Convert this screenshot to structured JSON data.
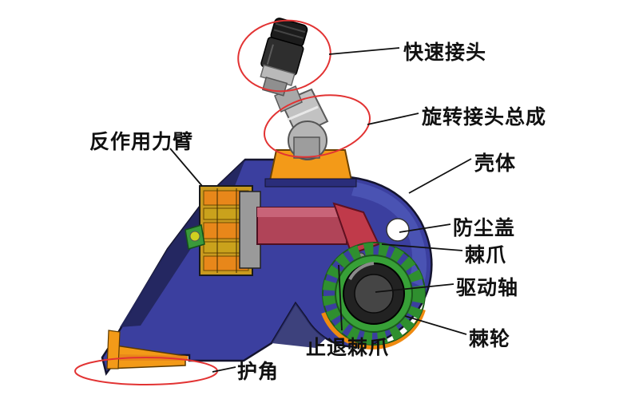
{
  "diagram": {
    "subject": "hydraulic-torque-wrench-cutaway",
    "labels": [
      {
        "id": "reaction-arm",
        "text": "反作用力臂"
      },
      {
        "id": "quick-coupler",
        "text": "快速接头"
      },
      {
        "id": "swivel-assembly",
        "text": "旋转接头总成"
      },
      {
        "id": "housing",
        "text": "壳体"
      },
      {
        "id": "dust-cover",
        "text": "防尘盖"
      },
      {
        "id": "pawl",
        "text": "棘爪"
      },
      {
        "id": "drive-shaft",
        "text": "驱动轴"
      },
      {
        "id": "ratchet-wheel",
        "text": "棘轮"
      },
      {
        "id": "anti-return-pawl",
        "text": "止退棘爪"
      },
      {
        "id": "corner-guard",
        "text": "护角"
      }
    ],
    "colors": {
      "housing_blue": "#3b3f9f",
      "housing_shadow": "#23265e",
      "accent_orange": "#f39a18",
      "piston_red": "#b04458",
      "pawl_red": "#c03a4a",
      "ratchet_green": "#2f8f2f",
      "block_yellow": "#c99a1f",
      "shaft_dark": "#222222",
      "callout_red": "#e23333",
      "line_black": "#111111"
    }
  }
}
